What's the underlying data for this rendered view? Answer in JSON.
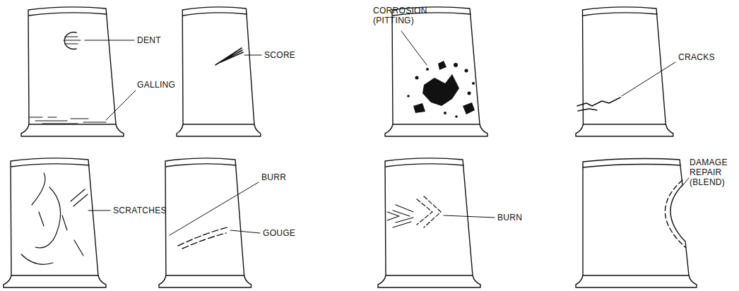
{
  "diagram": {
    "labels": [
      "DENT",
      "GALLING",
      "SCORE",
      "CORROSION (PITTING)",
      "CRACKS",
      "SCRATCHES",
      "BURR",
      "GOUGE",
      "BURN",
      "DAMAGE REPAIR (BLEND)"
    ]
  }
}
